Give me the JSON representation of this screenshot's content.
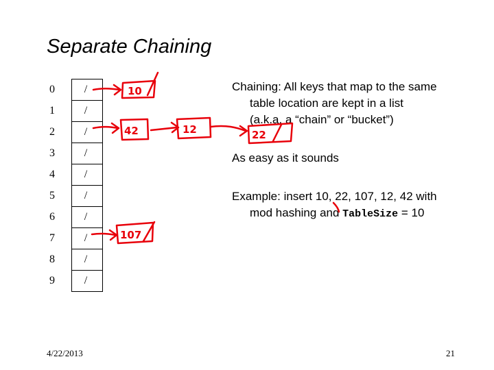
{
  "slide": {
    "title": "Separate Chaining",
    "footer_date": "4/22/2013",
    "slide_number": "21"
  },
  "table": {
    "indices": [
      "0",
      "1",
      "2",
      "3",
      "4",
      "5",
      "6",
      "7",
      "8",
      "9"
    ],
    "cells": [
      "/",
      "/",
      "/",
      "/",
      "/",
      "/",
      "/",
      "/",
      "/",
      "/"
    ]
  },
  "text": {
    "p1_line1": "Chaining: All keys that map to the same",
    "p1_line2": "table location are kept in a list",
    "p1_line3": "(a.k.a. a “chain” or “bucket”)",
    "p2": "As easy as it sounds",
    "p3_line1": "Example: insert 10, 22, 107, 12, 42 with",
    "p3_line2_a": "mod hashing and ",
    "p3_line2_code": "TableSize",
    "p3_line2_b": " = 10"
  },
  "annotations": {
    "ink_color": "#e8000a",
    "slot0": [
      "10"
    ],
    "slot2": [
      "42",
      "12",
      "22"
    ],
    "slot7": [
      "107"
    ]
  }
}
